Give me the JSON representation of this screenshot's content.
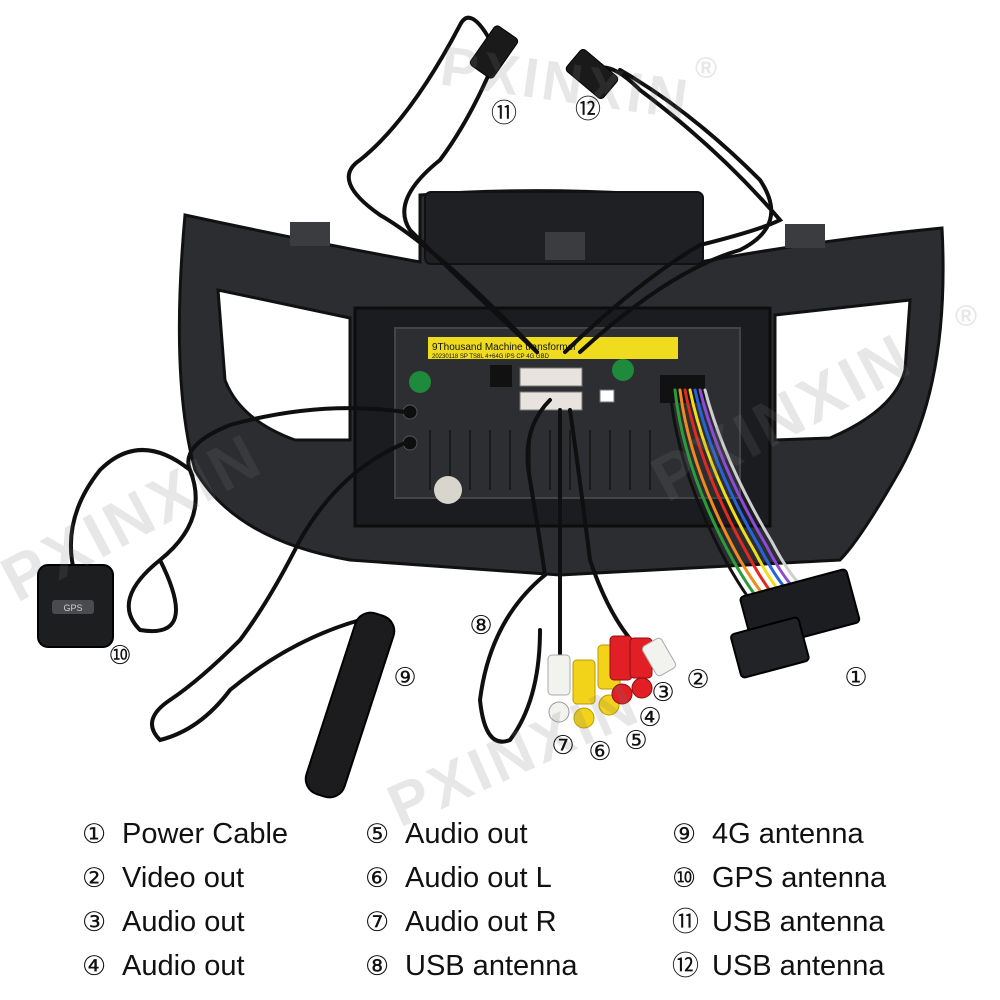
{
  "watermark": "PXINXIN",
  "trademark": "®",
  "callouts": [
    {
      "num": "①"
    },
    {
      "num": "②"
    },
    {
      "num": "③"
    },
    {
      "num": "④"
    },
    {
      "num": "⑤"
    },
    {
      "num": "⑥"
    },
    {
      "num": "⑦"
    },
    {
      "num": "⑧"
    },
    {
      "num": "⑨"
    },
    {
      "num": "⑩"
    },
    {
      "num": "⑪"
    },
    {
      "num": "⑫"
    }
  ],
  "sticker": {
    "title": "9Thousand Machine transformer",
    "line2": "20230118 SP TS8L 4+64G IPS CP 4G GBD"
  },
  "gps_label": "GPS",
  "legend": [
    [
      {
        "num": "①",
        "label": "Power Cable"
      },
      {
        "num": "②",
        "label": "Video out"
      },
      {
        "num": "③",
        "label": "Audio out"
      },
      {
        "num": "④",
        "label": "Audio out"
      }
    ],
    [
      {
        "num": "⑤",
        "label": "Audio out"
      },
      {
        "num": "⑥",
        "label": "Audio out L"
      },
      {
        "num": "⑦",
        "label": "Audio out R"
      },
      {
        "num": "⑧",
        "label": "USB antenna"
      }
    ],
    [
      {
        "num": "⑨",
        "label": "4G antenna"
      },
      {
        "num": "⑩",
        "label": "GPS antenna"
      },
      {
        "num": "⑪",
        "label": "USB antenna"
      },
      {
        "num": "⑫",
        "label": "USB antenna"
      }
    ]
  ]
}
